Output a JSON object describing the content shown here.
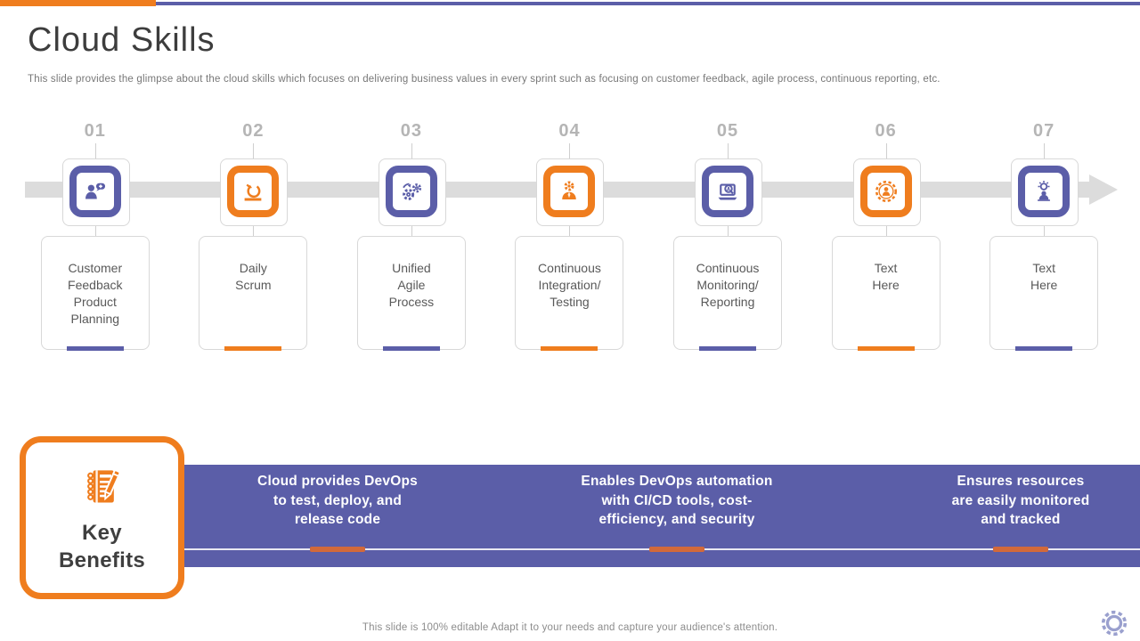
{
  "slide": {
    "title": "Cloud Skills",
    "subtitle": "This slide provides the glimpse about the cloud skills which focuses on delivering business values in every sprint such as focusing on customer feedback, agile process, continuous reporting, etc.",
    "footer": "This slide is 100% editable Adapt it to your needs and capture your audience's attention."
  },
  "colors": {
    "purple": "#5b5ea8",
    "orange": "#ef7d1e",
    "timeline_band": "#dcdcdc",
    "banner": "#5b5ea8",
    "rust_underline": "#d2693a"
  },
  "icons": {
    "step1": "customer-feedback-icon",
    "step2": "daily-scrum-icon",
    "step3": "agile-gears-icon",
    "step4": "person-gear-icon",
    "step5": "laptop-magnifier-icon",
    "step6": "team-gear-icon",
    "step7": "idea-person-icon",
    "benefits": "notebook-pencil-icon",
    "corner": "gear-icon"
  },
  "timeline": {
    "items": [
      {
        "number": "01",
        "label": "Customer\nFeedback\nProduct\nPlanning",
        "accent": "purple"
      },
      {
        "number": "02",
        "label": "Daily\nScrum",
        "accent": "orange"
      },
      {
        "number": "03",
        "label": "Unified\nAgile\nProcess",
        "accent": "purple"
      },
      {
        "number": "04",
        "label": "Continuous\nIntegration/\nTesting",
        "accent": "orange"
      },
      {
        "number": "05",
        "label": "Continuous\nMonitoring/\nReporting",
        "accent": "purple"
      },
      {
        "number": "06",
        "label": "Text\nHere",
        "accent": "orange"
      },
      {
        "number": "07",
        "label": "Text\nHere",
        "accent": "purple"
      }
    ]
  },
  "benefits": {
    "heading": "Key\nBenefits",
    "items": [
      {
        "text": "Cloud provides DevOps\nto test, deploy, and\nrelease code"
      },
      {
        "text": "Enables DevOps automation\nwith CI/CD tools, cost-\nefficiency, and security"
      },
      {
        "text": "Ensures resources\nare easily monitored\nand tracked"
      }
    ]
  }
}
